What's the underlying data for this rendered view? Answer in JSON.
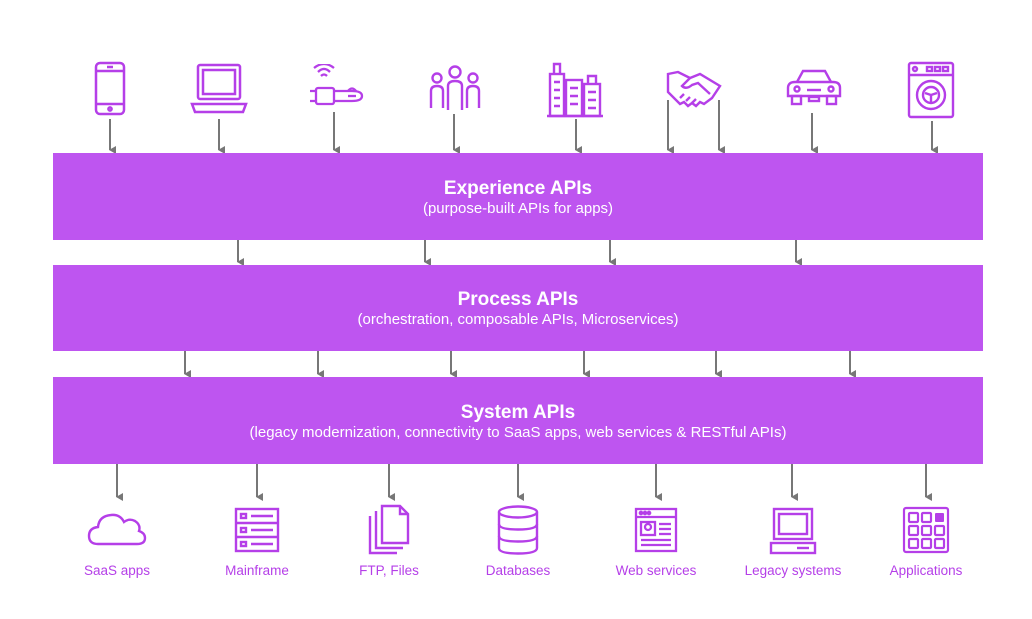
{
  "layers": {
    "experience": {
      "title": "Experience APIs",
      "subtitle": "(purpose-built APIs for apps)"
    },
    "process": {
      "title": "Process APIs",
      "subtitle": "(orchestration, composable APIs, Microservices)"
    },
    "system": {
      "title": "System APIs",
      "subtitle": "(legacy modernization, connectivity to SaaS apps, web services & RESTful APIs)"
    }
  },
  "consumers": [
    {
      "icon": "smartphone-icon"
    },
    {
      "icon": "laptop-icon"
    },
    {
      "icon": "smartwatch-icon"
    },
    {
      "icon": "people-icon"
    },
    {
      "icon": "buildings-icon"
    },
    {
      "icon": "handshake-icon"
    },
    {
      "icon": "car-icon"
    },
    {
      "icon": "washing-machine-icon"
    }
  ],
  "backends": [
    {
      "label": "SaaS apps",
      "icon": "cloud-icon"
    },
    {
      "label": "Mainframe",
      "icon": "server-icon"
    },
    {
      "label": "FTP, Files",
      "icon": "files-icon"
    },
    {
      "label": "Databases",
      "icon": "database-icon"
    },
    {
      "label": "Web services",
      "icon": "browser-icon"
    },
    {
      "label": "Legacy systems",
      "icon": "desktop-computer-icon"
    },
    {
      "label": "Applications",
      "icon": "app-grid-icon"
    }
  ],
  "colors": {
    "band": "#be55f0",
    "icon": "#b53fe8",
    "arrow": "#777777",
    "band_text": "#ffffff"
  }
}
